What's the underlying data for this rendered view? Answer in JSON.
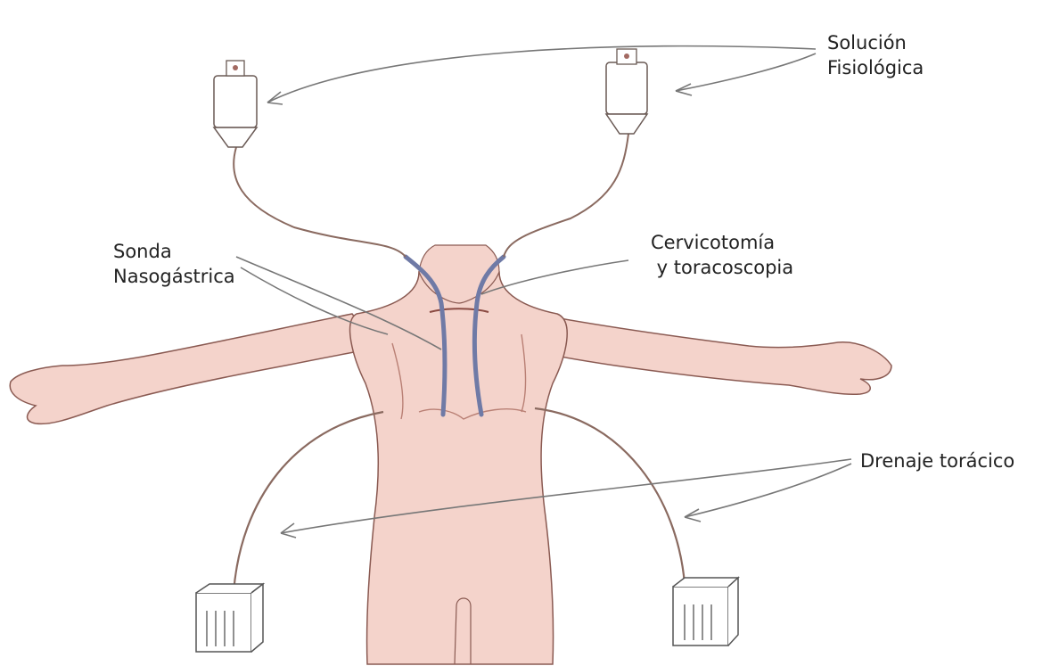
{
  "labels": {
    "saline": {
      "line1": "Solución",
      "line2": "Fisiológica"
    },
    "ng_tube": {
      "line1": "Sonda",
      "line2": "Nasogástrica"
    },
    "incision": {
      "line1": "Cervicotomía",
      "line2": " y toracoscopia"
    },
    "chest_drain": {
      "line1": "Drenaje torácico"
    }
  },
  "colors": {
    "skin": "#f4d3cb",
    "skin_shadow": "#e2b0a3",
    "outline": "#8a5a52",
    "tube": "#6f7aa6",
    "line": "#777777",
    "text": "#222222"
  },
  "icons": [
    "iv-bag-icon",
    "drainage-box-icon"
  ]
}
